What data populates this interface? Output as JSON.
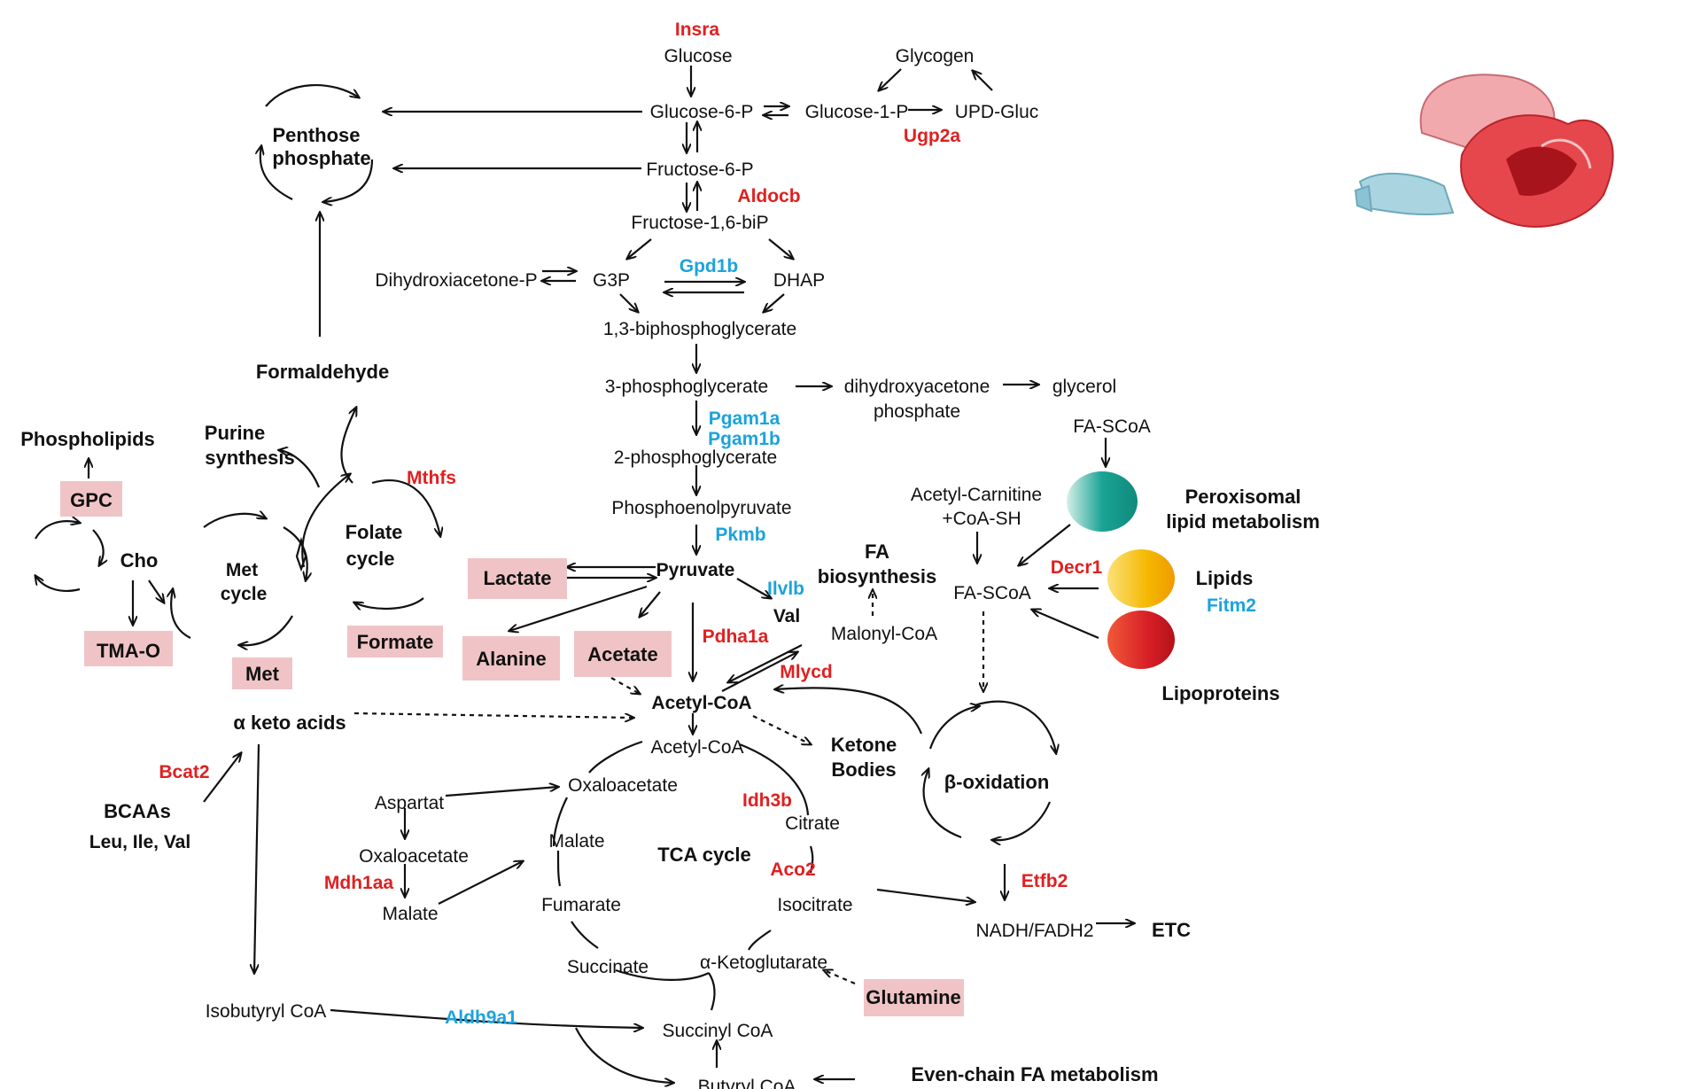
{
  "metabolites": {
    "glucose": "Glucose",
    "glycogen": "Glycogen",
    "g6p": "Glucose-6-P",
    "g1p": "Glucose-1-P",
    "udpgluc": "UPD-Gluc",
    "f6p": "Fructose-6-P",
    "f16bp": "Fructose-1,6-biP",
    "dhap_p": "Dihydroxiacetone-P",
    "g3p": "G3P",
    "dhap": "DHAP",
    "bpg13": "1,3-biphosphoglycerate",
    "pg3": "3-phosphoglycerate",
    "dha_phosphate_1": "dihydroxyacetone",
    "dha_phosphate_2": "phosphate",
    "glycerol": "glycerol",
    "pg2": "2-phosphoglycerate",
    "pep": "Phosphoenolpyruvate",
    "pyruvate": "Pyruvate",
    "val": "Val",
    "malonyl": "Malonyl-CoA",
    "acetylcoa_main": "Acetyl-CoA",
    "acetylcoa_tca": "Acetyl-CoA",
    "oxaloacetate_tca": "Oxaloacetate",
    "citrate": "Citrate",
    "isocitrate": "Isocitrate",
    "akg": "α-Ketoglutarate",
    "succinylcoa": "Succinyl CoA",
    "succinate": "Succinate",
    "fumarate": "Fumarate",
    "malate_tca": "Malate",
    "aspartat": "Aspartat",
    "oxaloacetate_side": "Oxaloacetate",
    "malate_side": "Malate",
    "butyrylcoa": "Butyryl CoA",
    "isobutyryl": "Isobutyryl CoA",
    "nadh": "NADH/FADH2",
    "fascoa_top": "FA-SCoA",
    "fascoa": "FA-SCoA",
    "acetylcarnitine_1": "Acetyl-Carnitine",
    "acetylcarnitine_2": "+CoA-SH",
    "cho": "Cho"
  },
  "labels": {
    "penthose_1": "Penthose",
    "penthose_2": "phosphate",
    "formaldehyde": "Formaldehyde",
    "purine_1": "Purine",
    "purine_2": "synthesis",
    "phospholipids": "Phospholipids",
    "folate_1": "Folate",
    "folate_2": "cycle",
    "met_cycle_1": "Met",
    "met_cycle_2": "cycle",
    "fa_bio_1": "FA",
    "fa_bio_2": "biosynthesis",
    "ketone_1": "Ketone",
    "ketone_2": "Bodies",
    "alpha_keto": "α keto acids",
    "bcaas": "BCAAs",
    "bcaas_sub": "Leu, Ile, Val",
    "tca_cycle": "TCA cycle",
    "beta_ox": "β-oxidation",
    "etc": "ETC",
    "even_chain": "Even-chain FA metabolism",
    "perox_1": "Peroxisomal",
    "perox_2": "lipid metabolism",
    "lipids": "Lipids",
    "lipoproteins": "Lipoproteins"
  },
  "boxed_metabolites": {
    "gpc": "GPC",
    "tmao": "TMA-O",
    "met": "Met",
    "formate": "Formate",
    "lactate": "Lactate",
    "alanine": "Alanine",
    "acetate": "Acetate",
    "glutamine": "Glutamine"
  },
  "enzymes_red": {
    "insra": "Insra",
    "ugp2a": "Ugp2a",
    "aldocb": "Aldocb",
    "mthfs": "Mthfs",
    "decr1": "Decr1",
    "pdha1a": "Pdha1a",
    "mlycd": "Mlycd",
    "bcat2": "Bcat2",
    "idh3b": "Idh3b",
    "aco2": "Aco2",
    "mdh1aa": "Mdh1aa",
    "etfb2": "Etfb2"
  },
  "enzymes_blue": {
    "gpd1b": "Gpd1b",
    "pgam1a": "Pgam1a",
    "pgam1b": "Pgam1b",
    "pkmb": "Pkmb",
    "ilvlb": "Ilvlb",
    "fitm2": "Fitm2",
    "aldh9a1": "Aldh9a1"
  },
  "colors": {
    "enzyme_red": "#e02020",
    "enzyme_blue": "#1ba3dd",
    "box_fill": "#f0c4c6",
    "peroxisome_teal": "#1aa394",
    "lipid_yellow": "#f5b800",
    "lipoprotein_red": "#d81f26"
  }
}
